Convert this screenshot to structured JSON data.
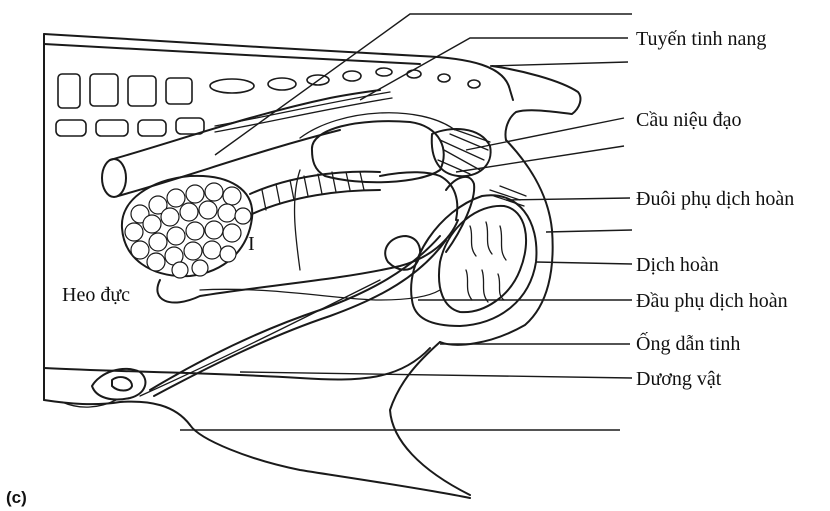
{
  "diagram": {
    "animal_label": "Heo đực",
    "panel_label": "(c)",
    "roman_numeral": "I",
    "labels": [
      {
        "id": "seminal-vesicle",
        "text": "Tuyến tinh nang"
      },
      {
        "id": "urethral-bulb",
        "text": "Cầu niệu đạo"
      },
      {
        "id": "epididymis-tail",
        "text": "Đuôi phụ dịch hoàn"
      },
      {
        "id": "testis",
        "text": "Dịch hoàn"
      },
      {
        "id": "epididymis-head",
        "text": "Đầu phụ dịch hoàn"
      },
      {
        "id": "vas-deferens",
        "text": "Ống dẫn tinh"
      },
      {
        "id": "penis",
        "text": "Dương vật"
      }
    ]
  }
}
